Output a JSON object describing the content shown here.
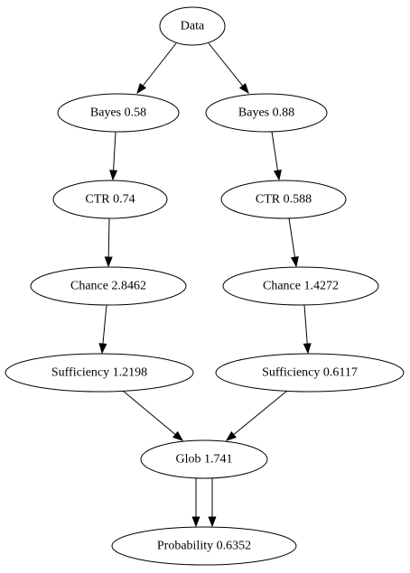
{
  "graph": {
    "nodes": {
      "data": {
        "label": "Data"
      },
      "bayes_l": {
        "label": "Bayes 0.58"
      },
      "bayes_r": {
        "label": "Bayes 0.88"
      },
      "ctr_l": {
        "label": "CTR 0.74"
      },
      "ctr_r": {
        "label": "CTR 0.588"
      },
      "chance_l": {
        "label": "Chance 2.8462"
      },
      "chance_r": {
        "label": "Chance 1.4272"
      },
      "suff_l": {
        "label": "Sufficiency 1.2198"
      },
      "suff_r": {
        "label": "Sufficiency 0.6117"
      },
      "glob": {
        "label": "Glob 1.741"
      },
      "prob": {
        "label": "Probability 0.6352"
      }
    },
    "edges": [
      {
        "from": "data",
        "to": "bayes_l"
      },
      {
        "from": "data",
        "to": "bayes_r"
      },
      {
        "from": "bayes_l",
        "to": "ctr_l"
      },
      {
        "from": "bayes_r",
        "to": "ctr_r"
      },
      {
        "from": "ctr_l",
        "to": "chance_l"
      },
      {
        "from": "ctr_r",
        "to": "chance_r"
      },
      {
        "from": "chance_l",
        "to": "suff_l"
      },
      {
        "from": "chance_r",
        "to": "suff_r"
      },
      {
        "from": "suff_l",
        "to": "glob"
      },
      {
        "from": "suff_r",
        "to": "glob"
      },
      {
        "from": "glob",
        "to": "prob"
      },
      {
        "from": "glob",
        "to": "prob"
      }
    ]
  }
}
